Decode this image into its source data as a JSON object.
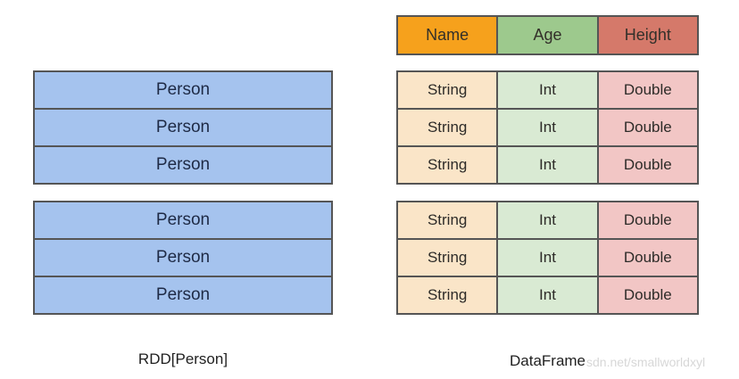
{
  "diagram": {
    "rdd": {
      "caption": "RDD[Person]",
      "blocks": [
        [
          "Person",
          "Person",
          "Person"
        ],
        [
          "Person",
          "Person",
          "Person"
        ]
      ]
    },
    "dataframe": {
      "caption": "DataFrame",
      "header": [
        "Name",
        "Age",
        "Height"
      ],
      "blocks": [
        [
          [
            "String",
            "Int",
            "Double"
          ],
          [
            "String",
            "Int",
            "Double"
          ],
          [
            "String",
            "Int",
            "Double"
          ]
        ],
        [
          [
            "String",
            "Int",
            "Double"
          ],
          [
            "String",
            "Int",
            "Double"
          ],
          [
            "String",
            "Int",
            "Double"
          ]
        ]
      ]
    },
    "watermark": "sdn.net/smallworldxyl",
    "colors": {
      "rdd_row": "#a5c3ee",
      "header_name": "#f6a11c",
      "header_age": "#9dc98d",
      "header_height": "#d5796a",
      "cell_string": "#fae5c8",
      "cell_int": "#d9ead3",
      "cell_double": "#f2c6c5",
      "border": "#555555",
      "watermark_text": "#d7d7d7"
    }
  }
}
